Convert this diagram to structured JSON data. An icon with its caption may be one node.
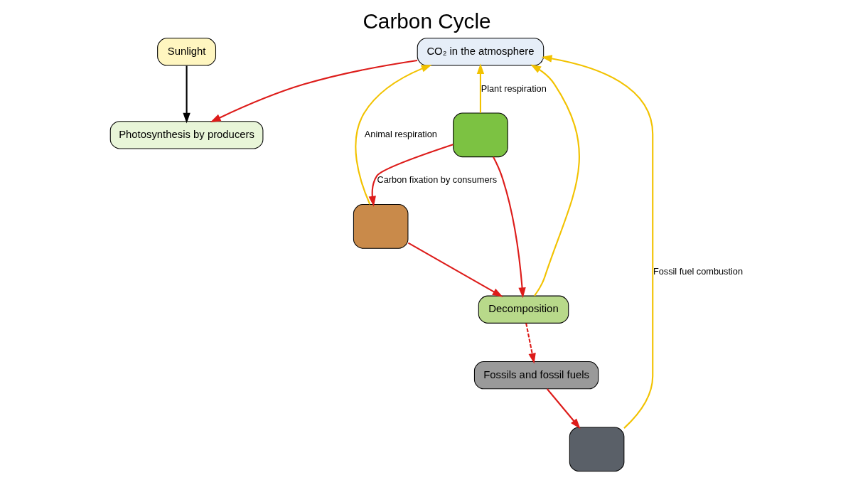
{
  "diagram": {
    "title": "Carbon Cycle",
    "nodes": [
      {
        "text": [
          "Sunlight"
        ]
      },
      {
        "text": [
          "CO₂ in the atmosphere"
        ]
      },
      {
        "text": [
          "Photosynthesis by producers"
        ]
      },
      {
        "text": [],
        "shape": "box"
      },
      {
        "text": [],
        "shape": "box"
      },
      {
        "text": [],
        "shape": "box"
      },
      {
        "text": [
          "Decomposition"
        ]
      },
      {
        "text": [
          "Fossils and fossil fuels"
        ]
      }
    ],
    "edges": [
      {
        "from": 0,
        "to": 2,
        "arrow": "to",
        "color": "#000000"
      },
      {
        "from": 1,
        "to": 2,
        "arrow": "to"
      },
      {
        "from": 3,
        "to": 1,
        "arrow": "to",
        "label": "Plant respiration",
        "color": "#f2c200"
      },
      {
        "from": 4,
        "to": 1,
        "arrow": "to",
        "label": "Animal respiration",
        "color": "#f2c200"
      },
      {
        "from": 6,
        "to": 1,
        "arrow": "to",
        "color": "#f2c200"
      },
      {
        "from": 5,
        "to": 1,
        "arrow": "to",
        "label": "Fossil fuel combustion",
        "color": "#f2c200"
      },
      {
        "from": 3,
        "to": 4,
        "arrow": "to",
        "label": "Carbon fixation by consumers"
      },
      {
        "from": 3,
        "to": 6,
        "arrow": "to"
      },
      {
        "from": 4,
        "to": 6,
        "arrow": "to"
      },
      {
        "from": 6,
        "to": 7,
        "arrow": "to",
        "style": "dashed"
      },
      {
        "from": 7,
        "to": 5,
        "arrow": "to"
      }
    ]
  }
}
